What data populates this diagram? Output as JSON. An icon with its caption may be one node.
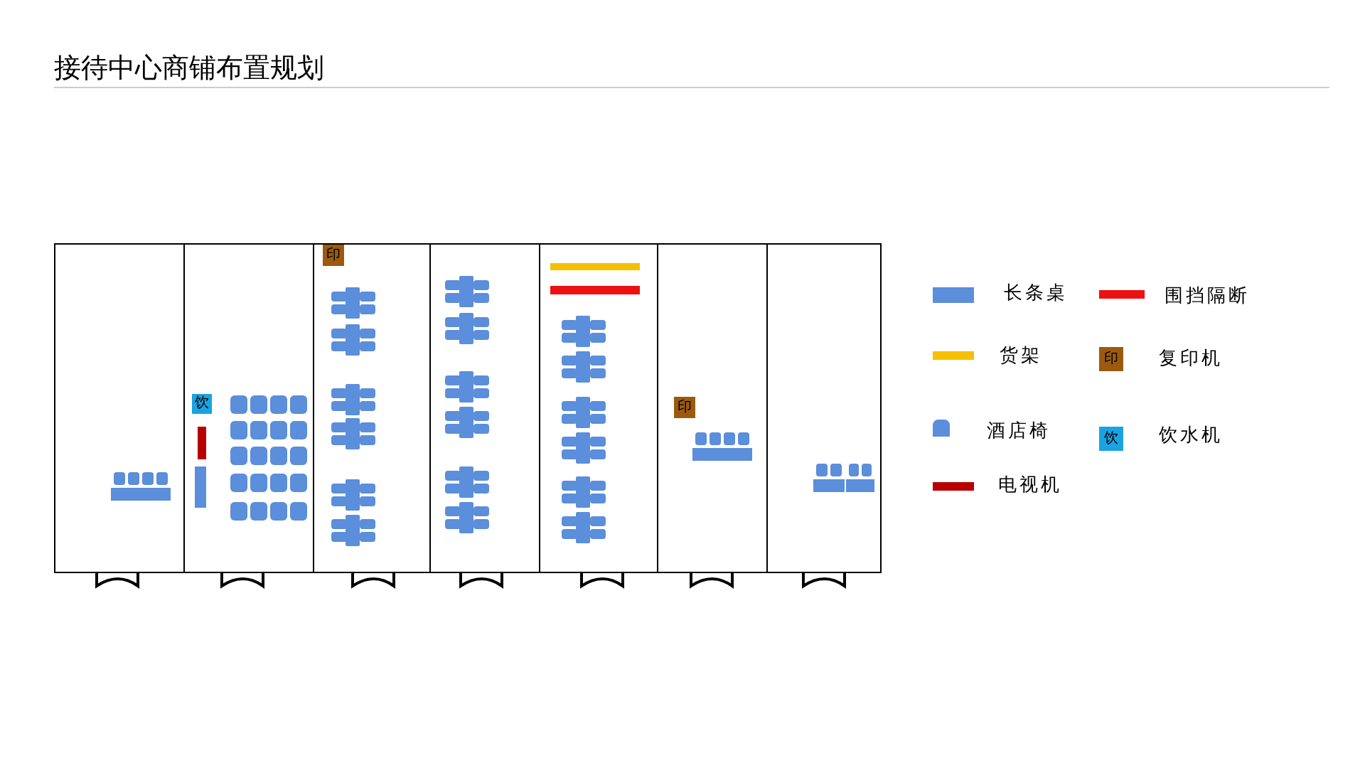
{
  "diagram": {
    "title": "接待中心商铺布置规划",
    "nodes": [
      {
        "text": [],
        "shape": "box"
      },
      {
        "text": [],
        "shape": "box"
      },
      {
        "text": [
          "饮"
        ],
        "in": 1
      },
      {
        "text": [],
        "shape": "box"
      },
      {
        "text": [
          "印"
        ],
        "in": 3
      },
      {
        "text": [],
        "shape": "box"
      },
      {
        "text": [],
        "shape": "box"
      },
      {
        "text": [],
        "shape": "box"
      },
      {
        "text": [
          "印"
        ],
        "in": 7
      },
      {
        "text": [],
        "shape": "box"
      }
    ],
    "edges": [],
    "labels": [
      "印",
      "饮"
    ],
    "legend": [
      {
        "text": "长条桌",
        "color": "#5b8edb"
      },
      {
        "text": "围挡隔断",
        "color": "#ee1111"
      },
      {
        "text": "货架",
        "color": "#f5c000"
      },
      {
        "text": "复印机",
        "color": "#9c5a0e"
      },
      {
        "text": "酒店椅"
      },
      {
        "text": "饮水机",
        "color": "#1aa3e0"
      },
      {
        "text": "电视机",
        "color": "#b80000"
      }
    ]
  }
}
